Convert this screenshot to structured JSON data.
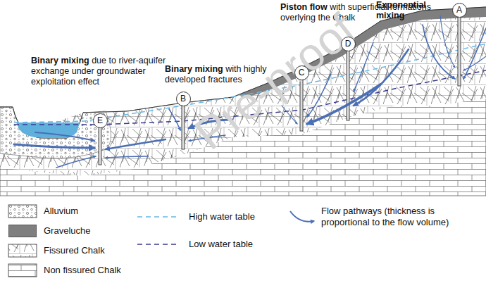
{
  "diagram": {
    "nodes": [
      {
        "text": [
          "E"
        ]
      },
      {
        "text": [
          "B"
        ]
      },
      {
        "text": [
          "C"
        ]
      },
      {
        "text": [
          "D"
        ]
      },
      {
        "text": [
          "A"
        ]
      }
    ],
    "labels": [
      "Binary mixing",
      "due to river-aquifer exchange under groundwater exploitation effect",
      "Binary mixing",
      "with highly developed fractures",
      "Piston flow",
      "with superficial formations overlying the Chalk",
      "Exponential mixing",
      "Pre-proof"
    ],
    "legend": [
      {
        "text": "Alluvium"
      },
      {
        "text": "Graveluche",
        "color": "#7f7f7f"
      },
      {
        "text": "Fissured Chalk"
      },
      {
        "text": "Non fissured Chalk"
      },
      {
        "text": "High water table"
      },
      {
        "text": "Low water table"
      },
      {
        "text": "Flow pathways (thickness is proportional to the flow volume)"
      }
    ]
  }
}
